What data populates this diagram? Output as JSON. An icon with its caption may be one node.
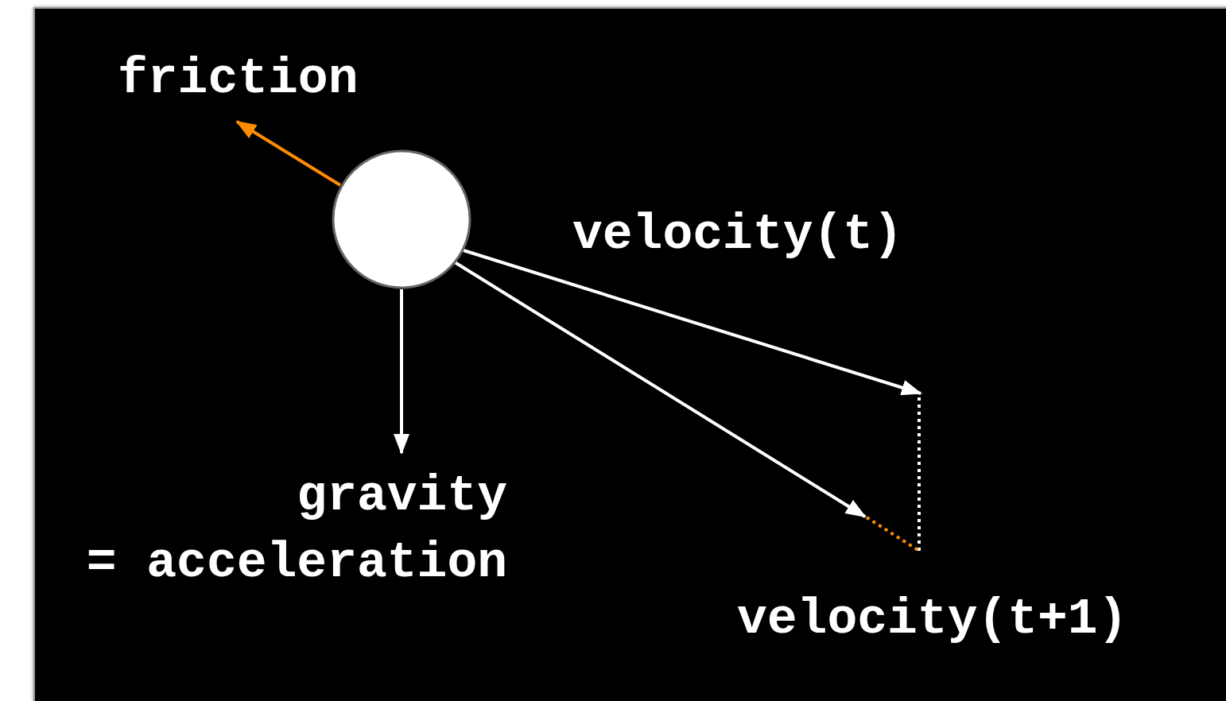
{
  "diagram": {
    "nodes": [
      {
        "text": [],
        "shape": "circle"
      }
    ],
    "labels": [
      "friction",
      "velocity(t)",
      "gravity = acceleration",
      "velocity(t+1)"
    ]
  }
}
